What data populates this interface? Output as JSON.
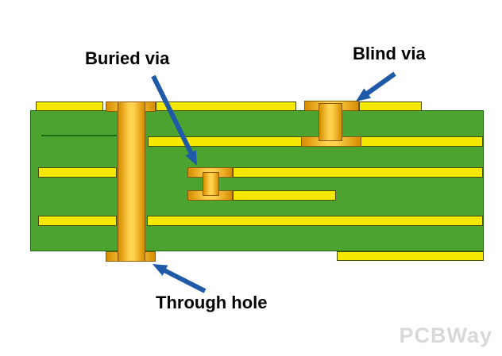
{
  "labels": {
    "buried_via": "Buried via",
    "blind_via": "Blind via",
    "through_hole": "Through hole"
  },
  "watermark": {
    "text": "PCBWay"
  },
  "diagram": {
    "type": "pcb-cross-section",
    "features": [
      "Buried via",
      "Blind via",
      "Through hole"
    ]
  },
  "colors": {
    "background": "#FFFFFF",
    "board_green": "#4DA32F",
    "board_outline": "#1E6A10",
    "copper_yellow": "#F5E800",
    "copper_outline": "#4A4A00",
    "via_orange": "#D78C00",
    "via_orange_light": "#FFD24D",
    "via_outline": "#8B5A00",
    "arrow_blue": "#1E5AA8",
    "label_text": "#000000",
    "watermark_gray": "#D8D8D8"
  }
}
